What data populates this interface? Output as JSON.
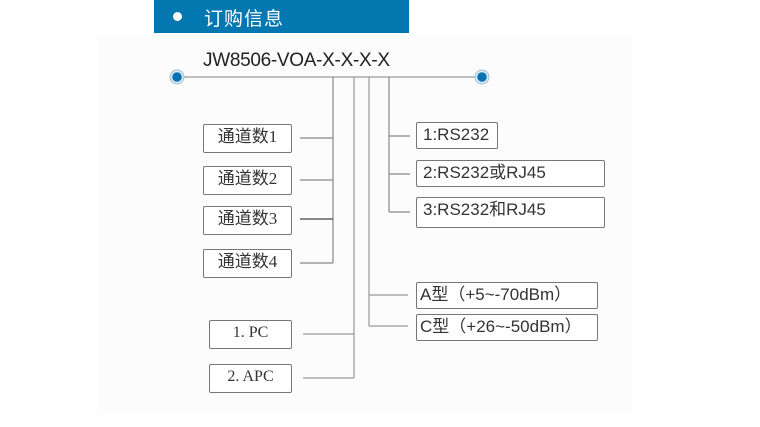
{
  "header": {
    "title": "订购信息",
    "accent_color": "#0377b0"
  },
  "model_code": "JW8506-VOA-X-X-X-X",
  "groups": {
    "channels": {
      "items": [
        "通道数1",
        "通道数2",
        "通道数3",
        "通道数4"
      ]
    },
    "connector": {
      "items": [
        "1. PC",
        "2. APC"
      ]
    },
    "attenuation_type": {
      "items": [
        "A型（+5~-70dBm）",
        "C型（+26~-50dBm）"
      ]
    },
    "interface": {
      "items": [
        "1:RS232",
        "2:RS232或RJ45",
        "3:RS232和RJ45"
      ]
    }
  }
}
